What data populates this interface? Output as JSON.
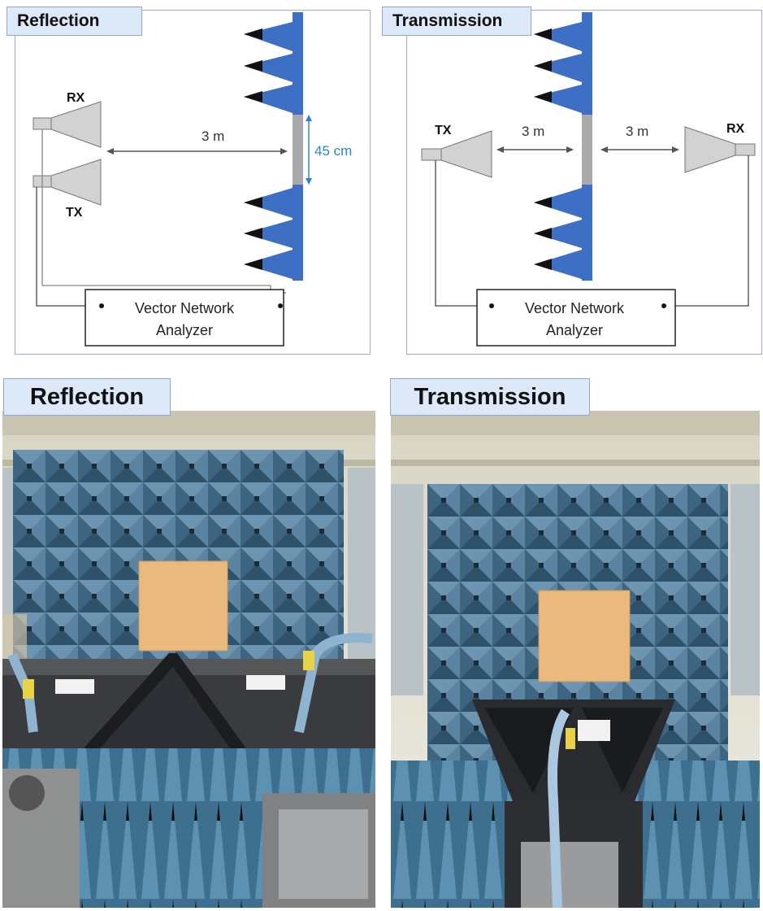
{
  "top_left": {
    "title": "Reflection",
    "rx_label": "RX",
    "tx_label": "TX",
    "distance": "3 m",
    "sample_size": "45 cm",
    "vna_line1": "Vector Network",
    "vna_line2": "Analyzer"
  },
  "top_right": {
    "title": "Transmission",
    "tx_label": "TX",
    "rx_label": "RX",
    "distance_left": "3 m",
    "distance_right": "3 m",
    "vna_line1": "Vector Network",
    "vna_line2": "Analyzer"
  },
  "photo_left": {
    "title": "Reflection"
  },
  "photo_right": {
    "title": "Transmission"
  },
  "colors": {
    "absorber_blue": "#3d6fc4",
    "absorber_tip": "#111111",
    "horn_gray": "#d2d2d2",
    "sample_gray": "#aaaaaa",
    "dimension_blue": "#2b84d6",
    "photo_absorber": "#4f7896",
    "photo_sample": "#e9b97e"
  }
}
